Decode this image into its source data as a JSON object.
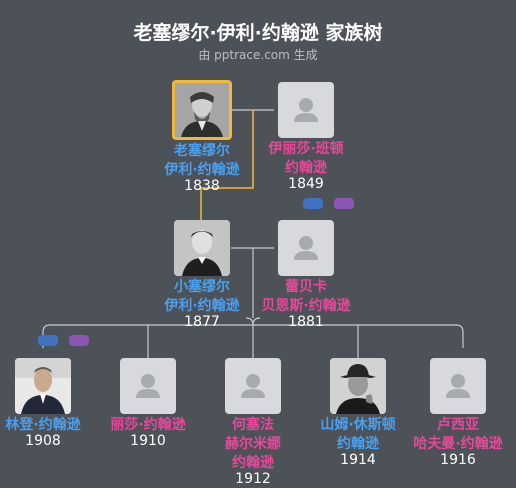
{
  "header": {
    "title": "老塞缪尔·伊利·约翰逊 家族树",
    "subtitle": "由 pptrace.com 生成"
  },
  "people": {
    "p1": {
      "name1": "老塞缪尔",
      "name2": "伊利·约翰逊",
      "year": "1838"
    },
    "p2": {
      "name1": "伊丽莎·班顿",
      "name2": "约翰逊",
      "year": "1849"
    },
    "p3": {
      "name1": "小塞缪尔",
      "name2": "伊利·约翰逊",
      "year": "1877"
    },
    "p4": {
      "name1": "蕾贝卡",
      "name2": "贝恩斯·约翰逊",
      "year": "1881"
    },
    "c1": {
      "name1": "林登·约翰逊",
      "year": "1908"
    },
    "c2": {
      "name1": "丽莎·约翰逊",
      "year": "1910"
    },
    "c3": {
      "name1": "何塞法",
      "name2": "赫尔米娜",
      "name3": "约翰逊",
      "year": "1912"
    },
    "c4": {
      "name1": "山姆·休斯顿",
      "name2": "约翰逊",
      "year": "1914"
    },
    "c5": {
      "name1": "卢西亚",
      "name2": "哈夫曼·约翰逊",
      "year": "1916"
    }
  },
  "colors": {
    "male": "#4aa0ee",
    "female": "#e8489a",
    "selected_border": "#f1b93a",
    "line": "#c8cbd0"
  },
  "icons": [
    "person-placeholder-icon",
    "photo-old-man",
    "photo-young-man",
    "photo-lbj",
    "photo-man-hat"
  ]
}
